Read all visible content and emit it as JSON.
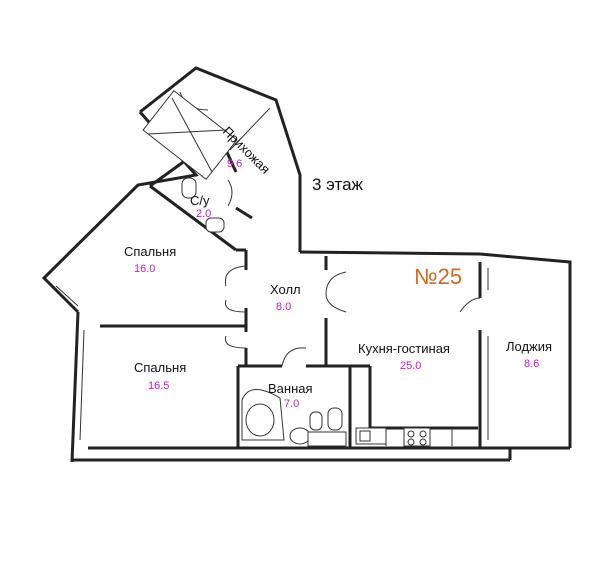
{
  "floor": {
    "label": "3 этаж"
  },
  "apartment": {
    "number": "№25",
    "accent_color": "#d2691e"
  },
  "area_color": "#c21ec2",
  "rooms": {
    "entry": {
      "name": "Прихожая",
      "area": "9.6"
    },
    "wc": {
      "name": "С/у",
      "area": "2.0"
    },
    "bed1": {
      "name": "Спальня",
      "area": "16.0"
    },
    "hall": {
      "name": "Холл",
      "area": "8.0"
    },
    "bed2": {
      "name": "Спальня",
      "area": "16.5"
    },
    "bath": {
      "name": "Ванная",
      "area": "7.0"
    },
    "kitchen": {
      "name": "Кухня-гостиная",
      "area": "25.0"
    },
    "loggia": {
      "name": "Лоджия",
      "area": "8.6"
    }
  }
}
